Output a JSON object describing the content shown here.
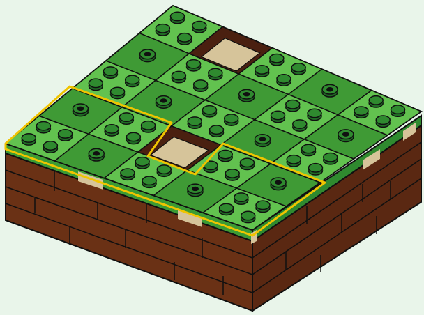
{
  "scene": {
    "subject": "lego-brick-base",
    "background_color": "#e9f5ea",
    "colors": {
      "top_dark": "#3f9a35",
      "top_light": "#62c24f",
      "top_lighter": "#7ad060",
      "stud_outer": "#1f6b24",
      "stud_top": "#2f8a2f",
      "side_brown": "#6a3115",
      "side_brown_dark": "#4a2010",
      "plate_side_green": "#3c9b34",
      "hole_tan": "#d6c49a",
      "highlight_yellow": "#f0c400",
      "outline": "#101010"
    },
    "tile_types": [
      "stud-2x2",
      "stud-center",
      "hole"
    ],
    "grid_size": "5x5",
    "highlighted_region": "tetromino-outline"
  }
}
